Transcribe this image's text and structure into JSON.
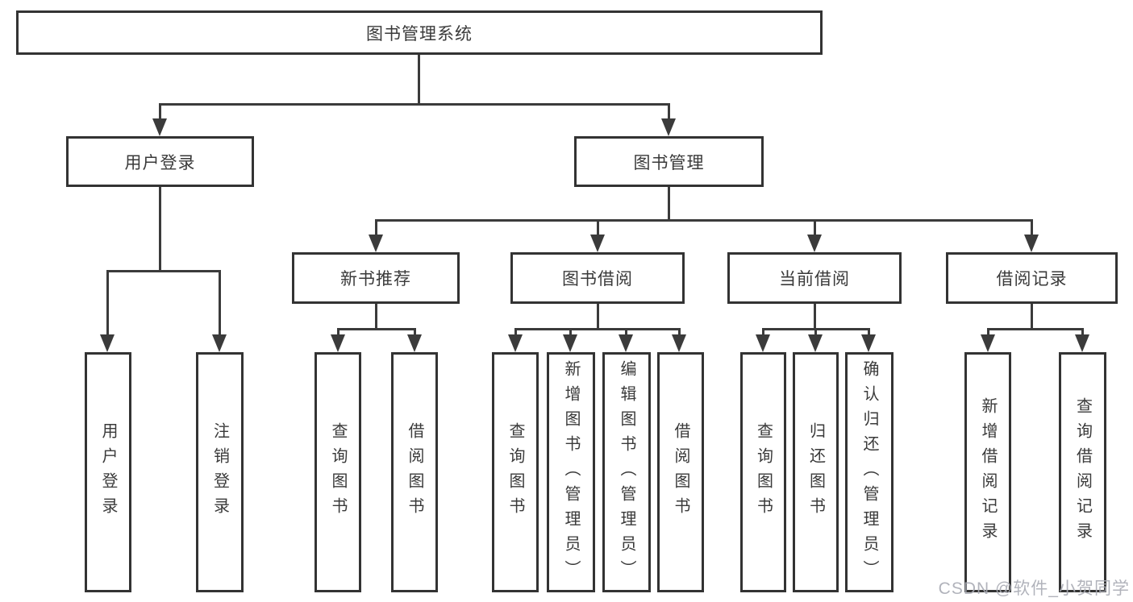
{
  "diagram": {
    "root": {
      "label": "图书管理系统"
    },
    "level1": {
      "user_login": {
        "label": "用户登录"
      },
      "book_management": {
        "label": "图书管理"
      }
    },
    "level2": {
      "new_book_recommend": {
        "label": "新书推荐"
      },
      "book_borrowing": {
        "label": "图书借阅"
      },
      "current_borrowing": {
        "label": "当前借阅"
      },
      "borrow_records": {
        "label": "借阅记录"
      }
    },
    "leaves": {
      "user_login": {
        "label": "用户登录"
      },
      "logout": {
        "label": "注销登录"
      },
      "recommend_query_books": {
        "label": "查询图书"
      },
      "recommend_borrow_books": {
        "label": "借阅图书"
      },
      "borrowing_query_books": {
        "label": "查询图书"
      },
      "borrowing_add_books": {
        "label": "新增图书（管理员）"
      },
      "borrowing_edit_books": {
        "label": "编辑图书（管理员）"
      },
      "borrowing_borrow_books": {
        "label": "借阅图书"
      },
      "current_query_books": {
        "label": "查询图书"
      },
      "current_return_books": {
        "label": "归还图书"
      },
      "current_confirm_return": {
        "label": "确认归还（管理员）"
      },
      "records_add_record": {
        "label": "新增借阅记录"
      },
      "records_query_record": {
        "label": "查询借阅记录"
      }
    }
  },
  "watermark": {
    "text": "CSDN @软件_小贺同学",
    "color": "#a9abb4"
  },
  "colors": {
    "line": "#3b3b3b",
    "box_border": "#333333",
    "text": "#3a3a3a",
    "background": "#ffffff"
  }
}
